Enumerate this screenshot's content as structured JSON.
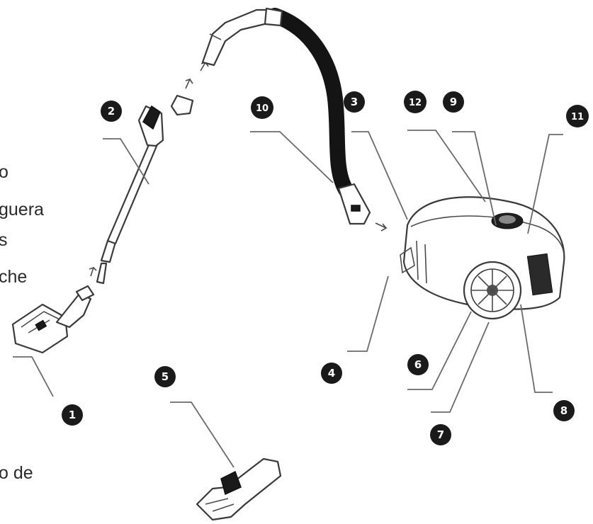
{
  "side_text": [
    {
      "key": "t1",
      "text": "o"
    },
    {
      "key": "t2",
      "text": "guera"
    },
    {
      "key": "t3",
      "text": "s"
    },
    {
      "key": "t4",
      "text": "che"
    },
    {
      "key": "t5",
      "text": "o de"
    }
  ],
  "callouts": [
    {
      "id": "c1",
      "label": "1"
    },
    {
      "id": "c2",
      "label": "2"
    },
    {
      "id": "c3",
      "label": "3"
    },
    {
      "id": "c4",
      "label": "4"
    },
    {
      "id": "c5",
      "label": "5"
    },
    {
      "id": "c6",
      "label": "6"
    },
    {
      "id": "c7",
      "label": "7"
    },
    {
      "id": "c8",
      "label": "8"
    },
    {
      "id": "c9",
      "label": "9"
    },
    {
      "id": "c10",
      "label": "10"
    },
    {
      "id": "c11",
      "label": "11"
    },
    {
      "id": "c12",
      "label": "12"
    }
  ],
  "colors": {
    "ink": "#1a1a1a",
    "leader": "#6a6a6a",
    "background": "#ffffff"
  }
}
